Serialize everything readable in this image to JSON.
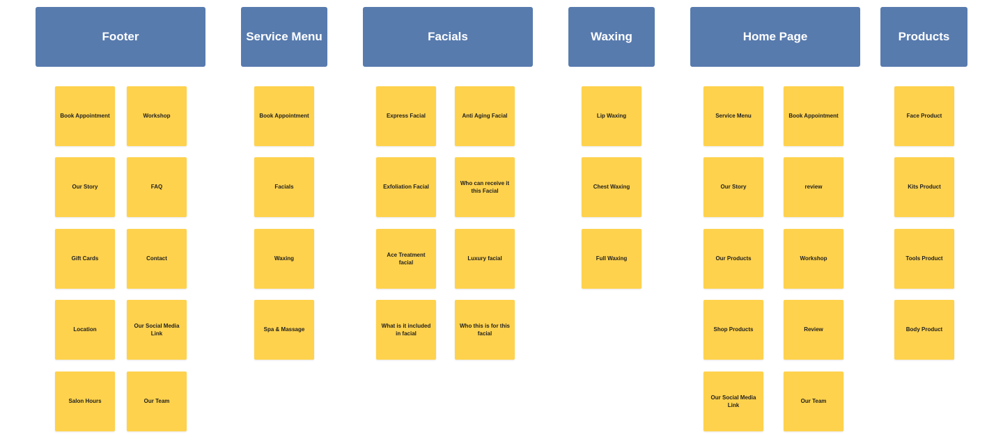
{
  "columns": {
    "footer": {
      "title": "Footer",
      "left": [
        "Book Appointment",
        "Our Story",
        "Gift Cards",
        "Location",
        "Salon Hours"
      ],
      "right": [
        "Workshop",
        "FAQ",
        "Contact",
        "Our Social Media Link",
        "Our Team"
      ]
    },
    "service_menu": {
      "title": "Service Menu",
      "items": [
        "Book Appointment",
        "Facials",
        "Waxing",
        "Spa & Massage"
      ]
    },
    "facials": {
      "title": "Facials",
      "left": [
        "Express Facial",
        "Exfoliation Facial",
        "Ace Treatment facial",
        "What is it included in facial"
      ],
      "right": [
        "Anti Aging Facial",
        "Who can receive it this Facial",
        "Luxury facial",
        "Who this is for this facial"
      ]
    },
    "waxing": {
      "title": "Waxing",
      "items": [
        "Lip Waxing",
        "Chest Waxing",
        "Full Waxing"
      ]
    },
    "home_page": {
      "title": "Home Page",
      "left": [
        "Service Menu",
        "Our Story",
        "Our Products",
        "Shop Products",
        "Our Social Media Link"
      ],
      "right": [
        "Book Appointment",
        "review",
        "Workshop",
        "Review",
        "Our Team"
      ]
    },
    "products": {
      "title": "Products",
      "items": [
        "Face Product",
        "Kits Product",
        "Tools Product",
        "Body Product"
      ]
    }
  },
  "colors": {
    "header": "#587bae",
    "sticky": "#ffd24d",
    "header_text": "#ffffff",
    "sticky_text": "#1f1f1f"
  }
}
